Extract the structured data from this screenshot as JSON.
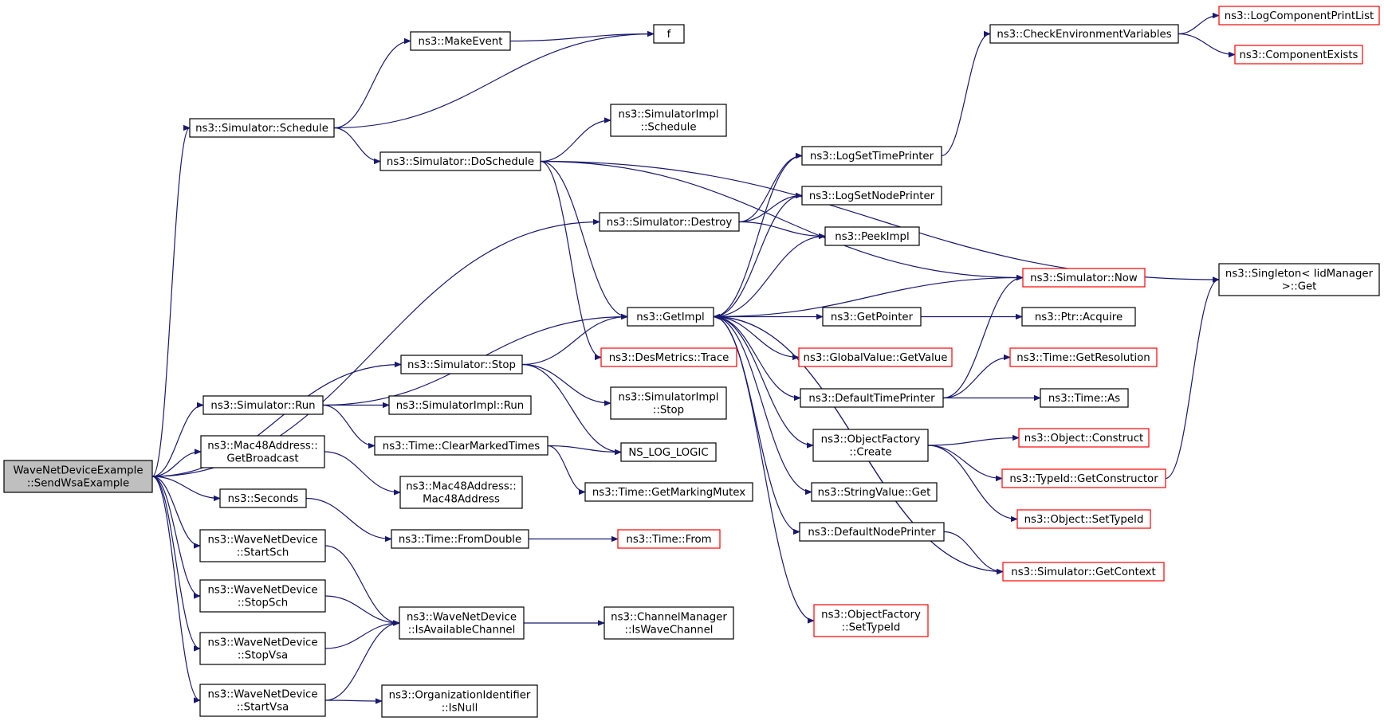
{
  "nodes": [
    {
      "id": "root",
      "lines": [
        "WaveNetDeviceExample",
        "::SendWsaExample"
      ],
      "style": "root"
    },
    {
      "id": "schedule",
      "lines": [
        "ns3::Simulator::Schedule"
      ],
      "style": "normal"
    },
    {
      "id": "makeevent",
      "lines": [
        "ns3::MakeEvent"
      ],
      "style": "normal"
    },
    {
      "id": "f",
      "lines": [
        "f"
      ],
      "style": "normal"
    },
    {
      "id": "doschedule",
      "lines": [
        "ns3::Simulator::DoSchedule"
      ],
      "style": "normal"
    },
    {
      "id": "simimplschedule",
      "lines": [
        "ns3::SimulatorImpl",
        "::Schedule"
      ],
      "style": "normal"
    },
    {
      "id": "checkenv",
      "lines": [
        "ns3::CheckEnvironmentVariables"
      ],
      "style": "normal"
    },
    {
      "id": "logcompprint",
      "lines": [
        "ns3::LogComponentPrintList"
      ],
      "style": "red"
    },
    {
      "id": "compexists",
      "lines": [
        "ns3::ComponentExists"
      ],
      "style": "red"
    },
    {
      "id": "logsettime",
      "lines": [
        "ns3::LogSetTimePrinter"
      ],
      "style": "normal"
    },
    {
      "id": "logsetnode",
      "lines": [
        "ns3::LogSetNodePrinter"
      ],
      "style": "normal"
    },
    {
      "id": "destroy",
      "lines": [
        "ns3::Simulator::Destroy"
      ],
      "style": "normal"
    },
    {
      "id": "peekimpl",
      "lines": [
        "ns3::PeekImpl"
      ],
      "style": "normal"
    },
    {
      "id": "simnow",
      "lines": [
        "ns3::Simulator::Now"
      ],
      "style": "red"
    },
    {
      "id": "singleton",
      "lines": [
        "ns3::Singleton< IidManager",
        ">::Get"
      ],
      "style": "normal"
    },
    {
      "id": "getimpl",
      "lines": [
        "ns3::GetImpl"
      ],
      "style": "normal"
    },
    {
      "id": "getpointer",
      "lines": [
        "ns3::GetPointer"
      ],
      "style": "normal"
    },
    {
      "id": "ptracquire",
      "lines": [
        "ns3::Ptr::Acquire"
      ],
      "style": "normal"
    },
    {
      "id": "desmetrics",
      "lines": [
        "ns3::DesMetrics::Trace"
      ],
      "style": "red"
    },
    {
      "id": "globalvalue",
      "lines": [
        "ns3::GlobalValue::GetValue"
      ],
      "style": "red"
    },
    {
      "id": "timegetres",
      "lines": [
        "ns3::Time::GetResolution"
      ],
      "style": "red"
    },
    {
      "id": "simstop",
      "lines": [
        "ns3::Simulator::Stop"
      ],
      "style": "normal"
    },
    {
      "id": "simrun",
      "lines": [
        "ns3::Simulator::Run"
      ],
      "style": "normal"
    },
    {
      "id": "simimplrun",
      "lines": [
        "ns3::SimulatorImpl::Run"
      ],
      "style": "normal"
    },
    {
      "id": "simimplstop",
      "lines": [
        "ns3::SimulatorImpl",
        "::Stop"
      ],
      "style": "normal"
    },
    {
      "id": "deftimeprinter",
      "lines": [
        "ns3::DefaultTimePrinter"
      ],
      "style": "normal"
    },
    {
      "id": "timeas",
      "lines": [
        "ns3::Time::As"
      ],
      "style": "normal"
    },
    {
      "id": "clearmarked",
      "lines": [
        "ns3::Time::ClearMarkedTimes"
      ],
      "style": "normal"
    },
    {
      "id": "nsloglogic",
      "lines": [
        "NS_LOG_LOGIC"
      ],
      "style": "normal"
    },
    {
      "id": "objfactcreate",
      "lines": [
        "ns3::ObjectFactory",
        "::Create"
      ],
      "style": "normal"
    },
    {
      "id": "objconstruct",
      "lines": [
        "ns3::Object::Construct"
      ],
      "style": "red"
    },
    {
      "id": "getconstructor",
      "lines": [
        "ns3::TypeId::GetConstructor"
      ],
      "style": "red"
    },
    {
      "id": "getbroadcast",
      "lines": [
        "ns3::Mac48Address::",
        "GetBroadcast"
      ],
      "style": "normal"
    },
    {
      "id": "mac48",
      "lines": [
        "ns3::Mac48Address::",
        "Mac48Address"
      ],
      "style": "normal"
    },
    {
      "id": "getmarkingmutex",
      "lines": [
        "ns3::Time::GetMarkingMutex"
      ],
      "style": "normal"
    },
    {
      "id": "stringvalueget",
      "lines": [
        "ns3::StringValue::Get"
      ],
      "style": "normal"
    },
    {
      "id": "seconds",
      "lines": [
        "ns3::Seconds"
      ],
      "style": "normal"
    },
    {
      "id": "objsettypeid",
      "lines": [
        "ns3::Object::SetTypeId"
      ],
      "style": "red"
    },
    {
      "id": "fromdouble",
      "lines": [
        "ns3::Time::FromDouble"
      ],
      "style": "normal"
    },
    {
      "id": "timefrom",
      "lines": [
        "ns3::Time::From"
      ],
      "style": "red"
    },
    {
      "id": "defnodeprinter",
      "lines": [
        "ns3::DefaultNodePrinter"
      ],
      "style": "normal"
    },
    {
      "id": "startsch",
      "lines": [
        "ns3::WaveNetDevice",
        "::StartSch"
      ],
      "style": "normal"
    },
    {
      "id": "getcontext",
      "lines": [
        "ns3::Simulator::GetContext"
      ],
      "style": "red"
    },
    {
      "id": "stopsch",
      "lines": [
        "ns3::WaveNetDevice",
        "::StopSch"
      ],
      "style": "normal"
    },
    {
      "id": "isavailable",
      "lines": [
        "ns3::WaveNetDevice",
        "::IsAvailableChannel"
      ],
      "style": "normal"
    },
    {
      "id": "iswavechannel",
      "lines": [
        "ns3::ChannelManager",
        "::IsWaveChannel"
      ],
      "style": "normal"
    },
    {
      "id": "objfactsettypeid",
      "lines": [
        "ns3::ObjectFactory",
        "::SetTypeId"
      ],
      "style": "red"
    },
    {
      "id": "stopvsa",
      "lines": [
        "ns3::WaveNetDevice",
        "::StopVsa"
      ],
      "style": "normal"
    },
    {
      "id": "startvsa",
      "lines": [
        "ns3::WaveNetDevice",
        "::StartVsa"
      ],
      "style": "normal"
    },
    {
      "id": "orgidnull",
      "lines": [
        "ns3::OrganizationIdentifier",
        "::IsNull"
      ],
      "style": "normal"
    }
  ],
  "edges": [
    [
      "root",
      "schedule"
    ],
    [
      "root",
      "destroy"
    ],
    [
      "root",
      "simstop"
    ],
    [
      "root",
      "simrun"
    ],
    [
      "root",
      "getbroadcast"
    ],
    [
      "root",
      "seconds"
    ],
    [
      "root",
      "startsch"
    ],
    [
      "root",
      "stopsch"
    ],
    [
      "root",
      "stopvsa"
    ],
    [
      "root",
      "startvsa"
    ],
    [
      "schedule",
      "makeevent"
    ],
    [
      "schedule",
      "f"
    ],
    [
      "schedule",
      "doschedule"
    ],
    [
      "makeevent",
      "f"
    ],
    [
      "doschedule",
      "simimplschedule"
    ],
    [
      "doschedule",
      "simnow"
    ],
    [
      "doschedule",
      "singleton"
    ],
    [
      "doschedule",
      "getimpl"
    ],
    [
      "doschedule",
      "desmetrics"
    ],
    [
      "checkenv",
      "logcompprint"
    ],
    [
      "checkenv",
      "compexists"
    ],
    [
      "logsettime",
      "checkenv"
    ],
    [
      "destroy",
      "logsettime"
    ],
    [
      "destroy",
      "logsetnode"
    ],
    [
      "destroy",
      "peekimpl"
    ],
    [
      "simnow",
      "getimpl"
    ],
    [
      "getimpl",
      "logsettime"
    ],
    [
      "getimpl",
      "logsetnode"
    ],
    [
      "getimpl",
      "peekimpl"
    ],
    [
      "getimpl",
      "getpointer"
    ],
    [
      "getimpl",
      "globalvalue"
    ],
    [
      "getimpl",
      "deftimeprinter"
    ],
    [
      "getimpl",
      "objfactcreate"
    ],
    [
      "getimpl",
      "stringvalueget"
    ],
    [
      "getimpl",
      "defnodeprinter"
    ],
    [
      "getimpl",
      "objfactsettypeid"
    ],
    [
      "getimpl",
      "getcontext"
    ],
    [
      "getpointer",
      "ptracquire"
    ],
    [
      "simstop",
      "getimpl"
    ],
    [
      "simstop",
      "simimplstop"
    ],
    [
      "simstop",
      "nsloglogic"
    ],
    [
      "simrun",
      "getimpl"
    ],
    [
      "simrun",
      "simimplrun"
    ],
    [
      "simrun",
      "clearmarked"
    ],
    [
      "clearmarked",
      "nsloglogic"
    ],
    [
      "clearmarked",
      "getmarkingmutex"
    ],
    [
      "deftimeprinter",
      "simnow"
    ],
    [
      "deftimeprinter",
      "timegetres"
    ],
    [
      "deftimeprinter",
      "timeas"
    ],
    [
      "objfactcreate",
      "objconstruct"
    ],
    [
      "objfactcreate",
      "getconstructor"
    ],
    [
      "objfactcreate",
      "objsettypeid"
    ],
    [
      "getconstructor",
      "singleton"
    ],
    [
      "getbroadcast",
      "mac48"
    ],
    [
      "seconds",
      "fromdouble"
    ],
    [
      "fromdouble",
      "timefrom"
    ],
    [
      "defnodeprinter",
      "getcontext"
    ],
    [
      "getcontext",
      "getimpl"
    ],
    [
      "startsch",
      "isavailable"
    ],
    [
      "stopsch",
      "isavailable"
    ],
    [
      "stopvsa",
      "isavailable"
    ],
    [
      "startvsa",
      "isavailable"
    ],
    [
      "startvsa",
      "orgidnull"
    ],
    [
      "isavailable",
      "iswavechannel"
    ]
  ]
}
